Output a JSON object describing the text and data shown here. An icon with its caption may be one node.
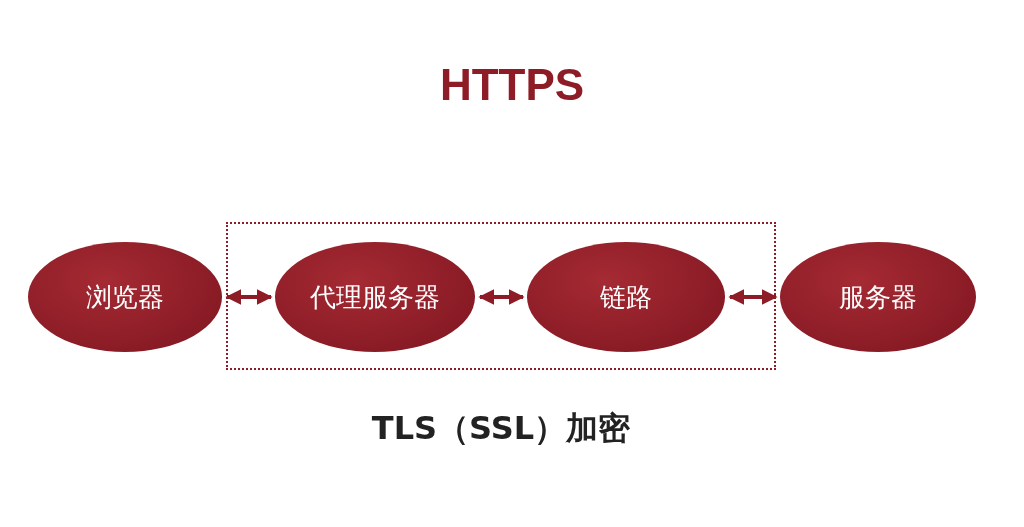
{
  "diagram": {
    "title": "HTTPS",
    "nodes": [
      {
        "text": [
          "浏览器"
        ]
      },
      {
        "text": [
          "TLS（SSL）加密"
        ]
      },
      {
        "text": [
          "代理服务器"
        ],
        "in": 1
      },
      {
        "text": [
          "链路"
        ],
        "in": 1
      },
      {
        "text": [
          "服务器"
        ]
      }
    ],
    "edges": [
      {
        "from": 0,
        "to": 2,
        "arrow": "both"
      },
      {
        "from": 2,
        "to": 3,
        "arrow": "both"
      },
      {
        "from": 3,
        "to": 4,
        "arrow": "both"
      }
    ]
  }
}
